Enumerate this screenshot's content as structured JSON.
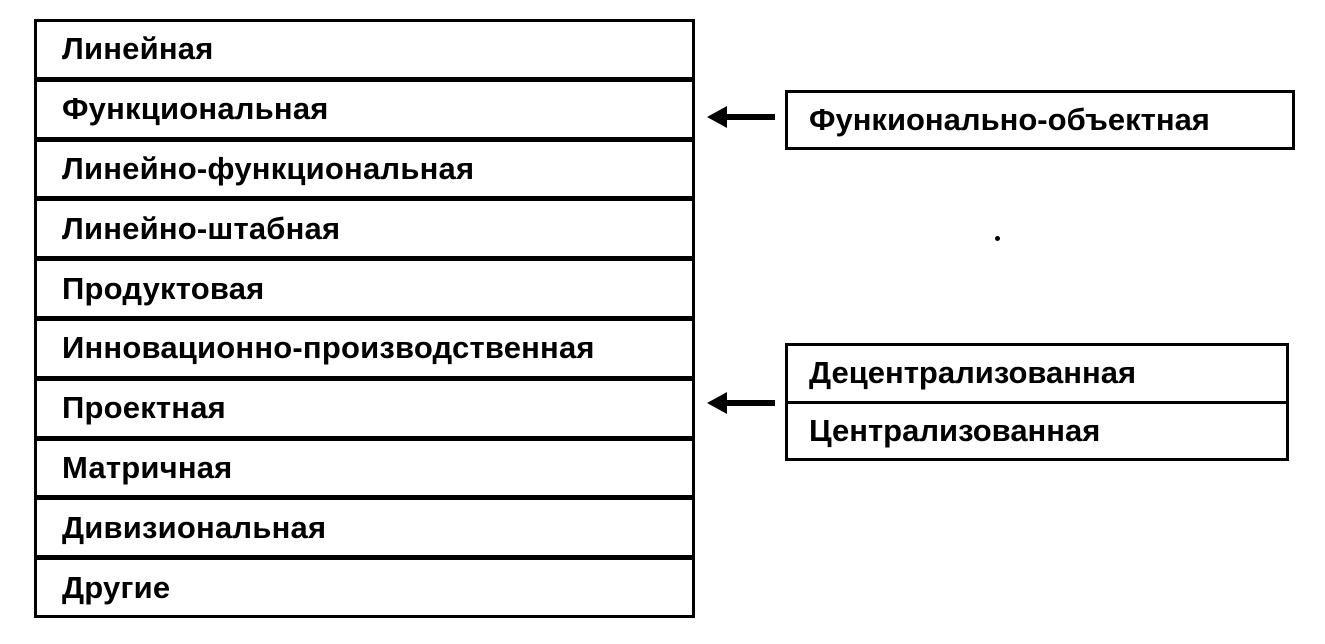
{
  "main_list": {
    "items": [
      "Линейная",
      "Функциональная",
      "Линейно-функциональная",
      "Линейно-штабная",
      "Продуктовая",
      "Инновационно-производственная",
      "Проектная",
      "Матричная",
      "Дивизиональная",
      "Другие"
    ]
  },
  "side_top": {
    "label": "Функионально-объектная"
  },
  "side_bottom": {
    "items": [
      "Децентрализованная",
      "Централизованная"
    ]
  },
  "colors": {
    "line": "#000000",
    "background": "#ffffff"
  },
  "icons": {
    "arrow": "arrow-left-icon"
  }
}
